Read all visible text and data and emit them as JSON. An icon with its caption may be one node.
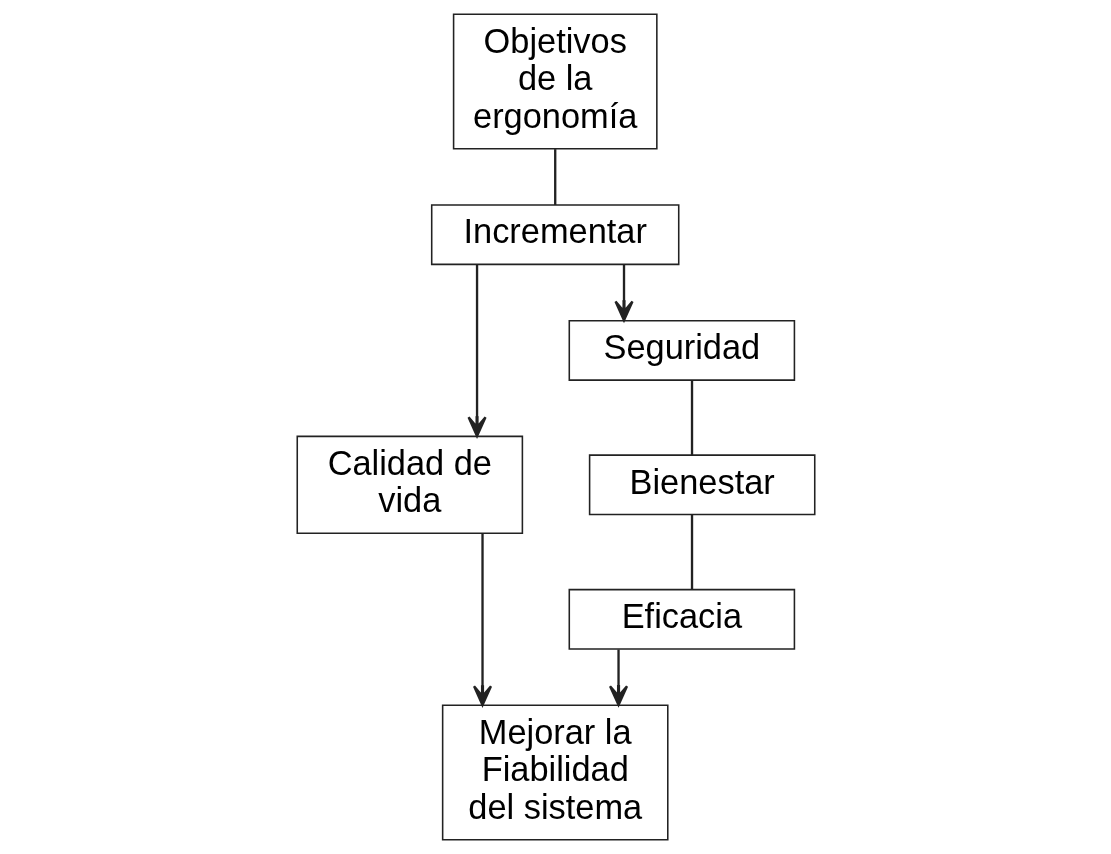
{
  "diagram": {
    "nodes": [
      {
        "text": [
          "Objetivos de la ergonomía"
        ]
      },
      {
        "text": [
          "Incrementar"
        ]
      },
      {
        "text": [
          "Calidad de vida"
        ]
      },
      {
        "text": [
          "Seguridad"
        ]
      },
      {
        "text": [
          "Bienestar"
        ]
      },
      {
        "text": [
          "Eficacia"
        ]
      },
      {
        "text": [
          "Mejorar la Fiabilidad del sistema"
        ]
      }
    ],
    "edges": [
      {
        "from": 0,
        "to": 1,
        "arrow": "none"
      },
      {
        "from": 1,
        "to": 2,
        "arrow": "to"
      },
      {
        "from": 1,
        "to": 3,
        "arrow": "to"
      },
      {
        "from": 3,
        "to": 4,
        "arrow": "none"
      },
      {
        "from": 4,
        "to": 5,
        "arrow": "none"
      },
      {
        "from": 2,
        "to": 6,
        "arrow": "to"
      },
      {
        "from": 5,
        "to": 6,
        "arrow": "to"
      }
    ]
  }
}
